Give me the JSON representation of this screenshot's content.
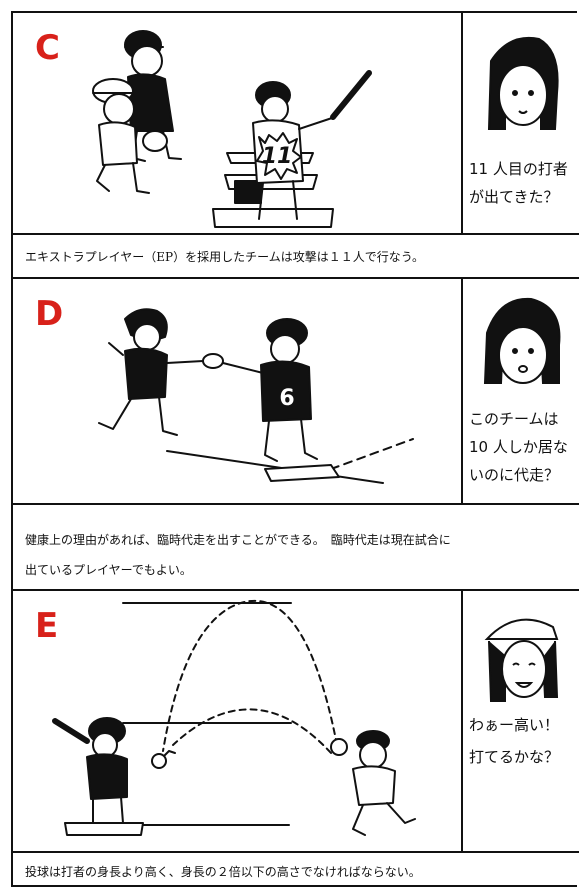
{
  "panels": [
    {
      "letter": "C",
      "jersey_number": "11",
      "question": "11 人目の打者\nが出てきた？",
      "caption": "エキストラプレイヤー（EP）を採用したチームは攻撃は１１人で行なう。"
    },
    {
      "letter": "D",
      "jersey_number": "6",
      "question": "このチームは\n10 人しか居な\nいのに代走？",
      "caption_line1": "健康上の理由があれば、臨時代走を出すことができる。　臨時代走は現在試合に",
      "caption_line2": "出ているプレイヤーでもよい。"
    },
    {
      "letter": "E",
      "question": "わぁー高い！\n打てるかな？",
      "caption": "投球は打者の身長より高く、身長の２倍以下の高さでなければならない。"
    }
  ],
  "colors": {
    "letter": "#d8211a",
    "ink": "#111111"
  }
}
